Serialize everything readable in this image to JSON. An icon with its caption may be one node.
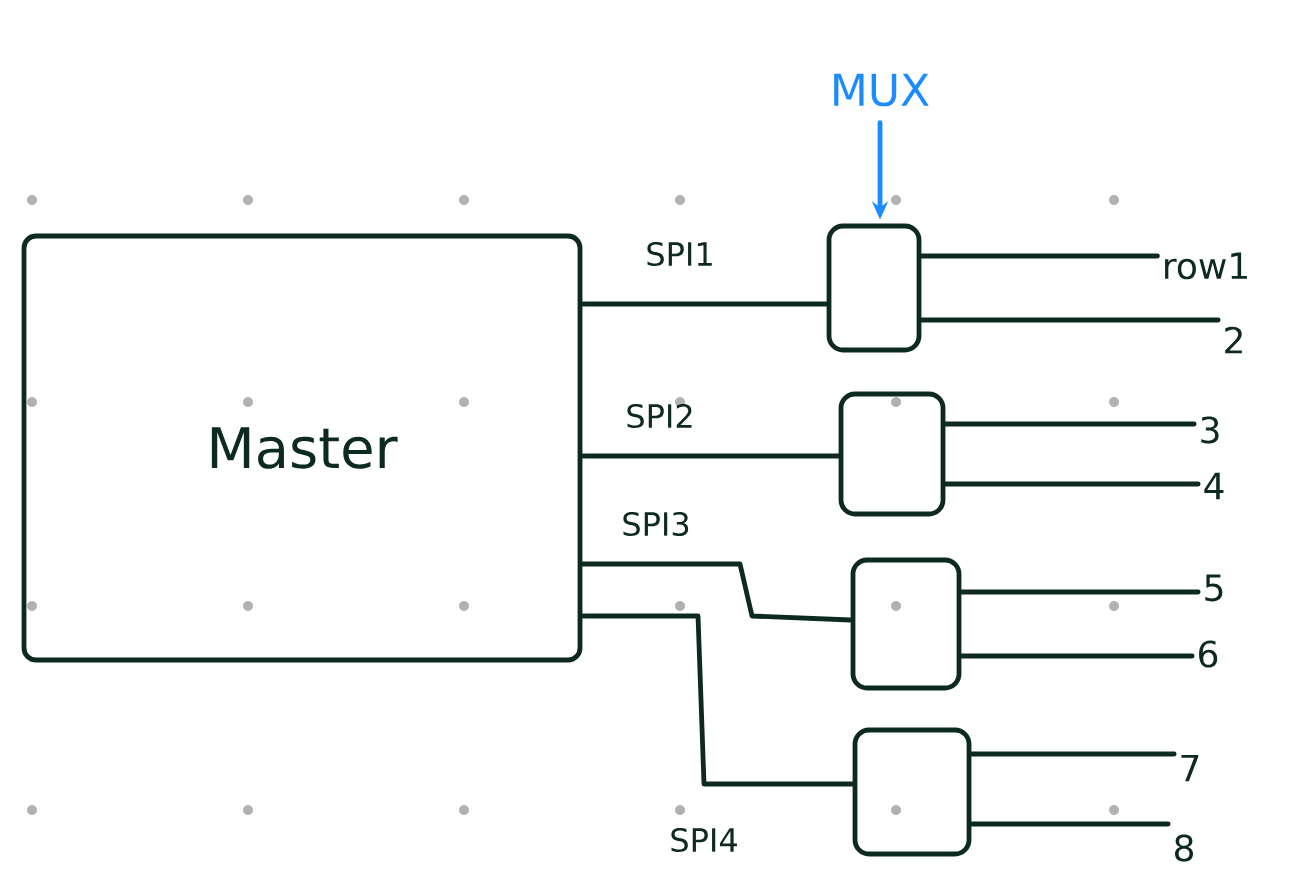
{
  "diagram": {
    "nodes": [
      {
        "text": [
          "Master"
        ]
      },
      {
        "text": [
          "MUX"
        ]
      },
      {
        "text": [],
        "shape": "box"
      },
      {
        "text": [],
        "shape": "box"
      },
      {
        "text": [],
        "shape": "box"
      },
      {
        "text": [],
        "shape": "box"
      },
      {
        "text": [
          "row1"
        ]
      },
      {
        "text": [
          "2"
        ]
      },
      {
        "text": [
          "3"
        ]
      },
      {
        "text": [
          "4"
        ]
      },
      {
        "text": [
          "5"
        ]
      },
      {
        "text": [
          "6"
        ]
      },
      {
        "text": [
          "7"
        ]
      },
      {
        "text": [
          "8"
        ]
      }
    ],
    "edges": [
      {
        "from": 1,
        "to": 2,
        "arrow": "to",
        "color": "#1a8cff"
      },
      {
        "from": 0,
        "to": 2,
        "arrow": "none",
        "label": "SPI1"
      },
      {
        "from": 0,
        "to": 3,
        "arrow": "none",
        "label": "SPI2"
      },
      {
        "from": 0,
        "to": 4,
        "arrow": "none",
        "label": "SPI3"
      },
      {
        "from": 0,
        "to": 5,
        "arrow": "none",
        "label": "SPI4"
      },
      {
        "from": 2,
        "to": 6,
        "arrow": "none"
      },
      {
        "from": 2,
        "to": 7,
        "arrow": "none"
      },
      {
        "from": 3,
        "to": 8,
        "arrow": "none"
      },
      {
        "from": 3,
        "to": 9,
        "arrow": "none"
      },
      {
        "from": 4,
        "to": 10,
        "arrow": "none"
      },
      {
        "from": 4,
        "to": 11,
        "arrow": "none"
      },
      {
        "from": 5,
        "to": 12,
        "arrow": "none"
      },
      {
        "from": 5,
        "to": 13,
        "arrow": "none"
      }
    ]
  }
}
